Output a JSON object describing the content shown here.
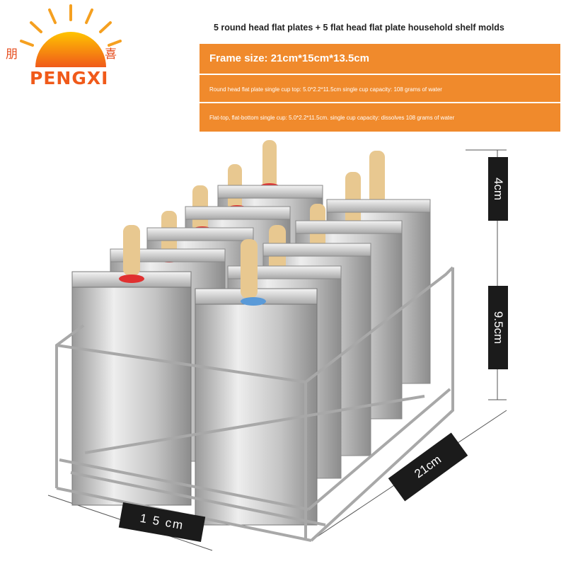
{
  "logo": {
    "cjk_left": "朋",
    "cjk_right": "喜",
    "brand": "PENGXI",
    "icon": "sun-logo-icon"
  },
  "headline": "5 round head flat plates + 5 flat head flat plate household shelf molds",
  "frame_size": "Frame size: 21cm*15cm*13.5cm",
  "spec_round": "Round head flat plate single cup top: 5.0*2.2*11.5cm single cup capacity: 108 grams of water",
  "spec_flat": "Flat-top, flat-bottom single cup: 5.0*2.2*11.5cm. single cup capacity: dissolves 108 grams of water",
  "dimensions": {
    "top_height": "4cm",
    "body_height": "9.5cm",
    "depth": "21cm",
    "width": "1 5 cm"
  },
  "colors": {
    "accent": "#f08a2c",
    "logo_orange": "#f05a1a",
    "tag_bg": "#1b1b1b",
    "steel": "#c9c9c9",
    "seal_red": "#e03030",
    "seal_blue": "#5a9ad8",
    "stick": "#e8c890"
  }
}
